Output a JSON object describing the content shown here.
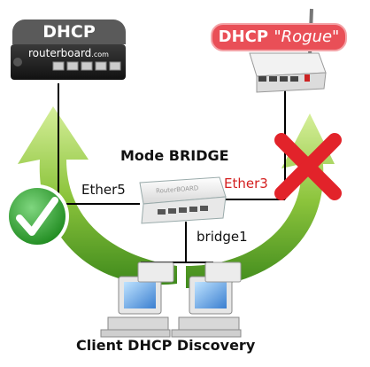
{
  "labels": {
    "dhcp_server": "DHCP",
    "rogue_prefix": "DHCP ",
    "rogue_name": "\"Rogue\"",
    "router_brand": "routerboard",
    "router_brand_sub": ".com",
    "mode": "Mode BRIDGE",
    "port_left": "Ether5",
    "port_right": "Ether3",
    "bridge": "bridge1",
    "switch_brand": "RouterBOARD",
    "client": "Client DHCP Discovery"
  },
  "colors": {
    "arrow_green": "#8cc43c",
    "check_green": "#2e9a2e",
    "cross_red": "#e2232a",
    "port_right_red": "#d41f1f",
    "rogue_badge": "#e94f57"
  },
  "icons": [
    "check-icon",
    "cross-icon"
  ]
}
